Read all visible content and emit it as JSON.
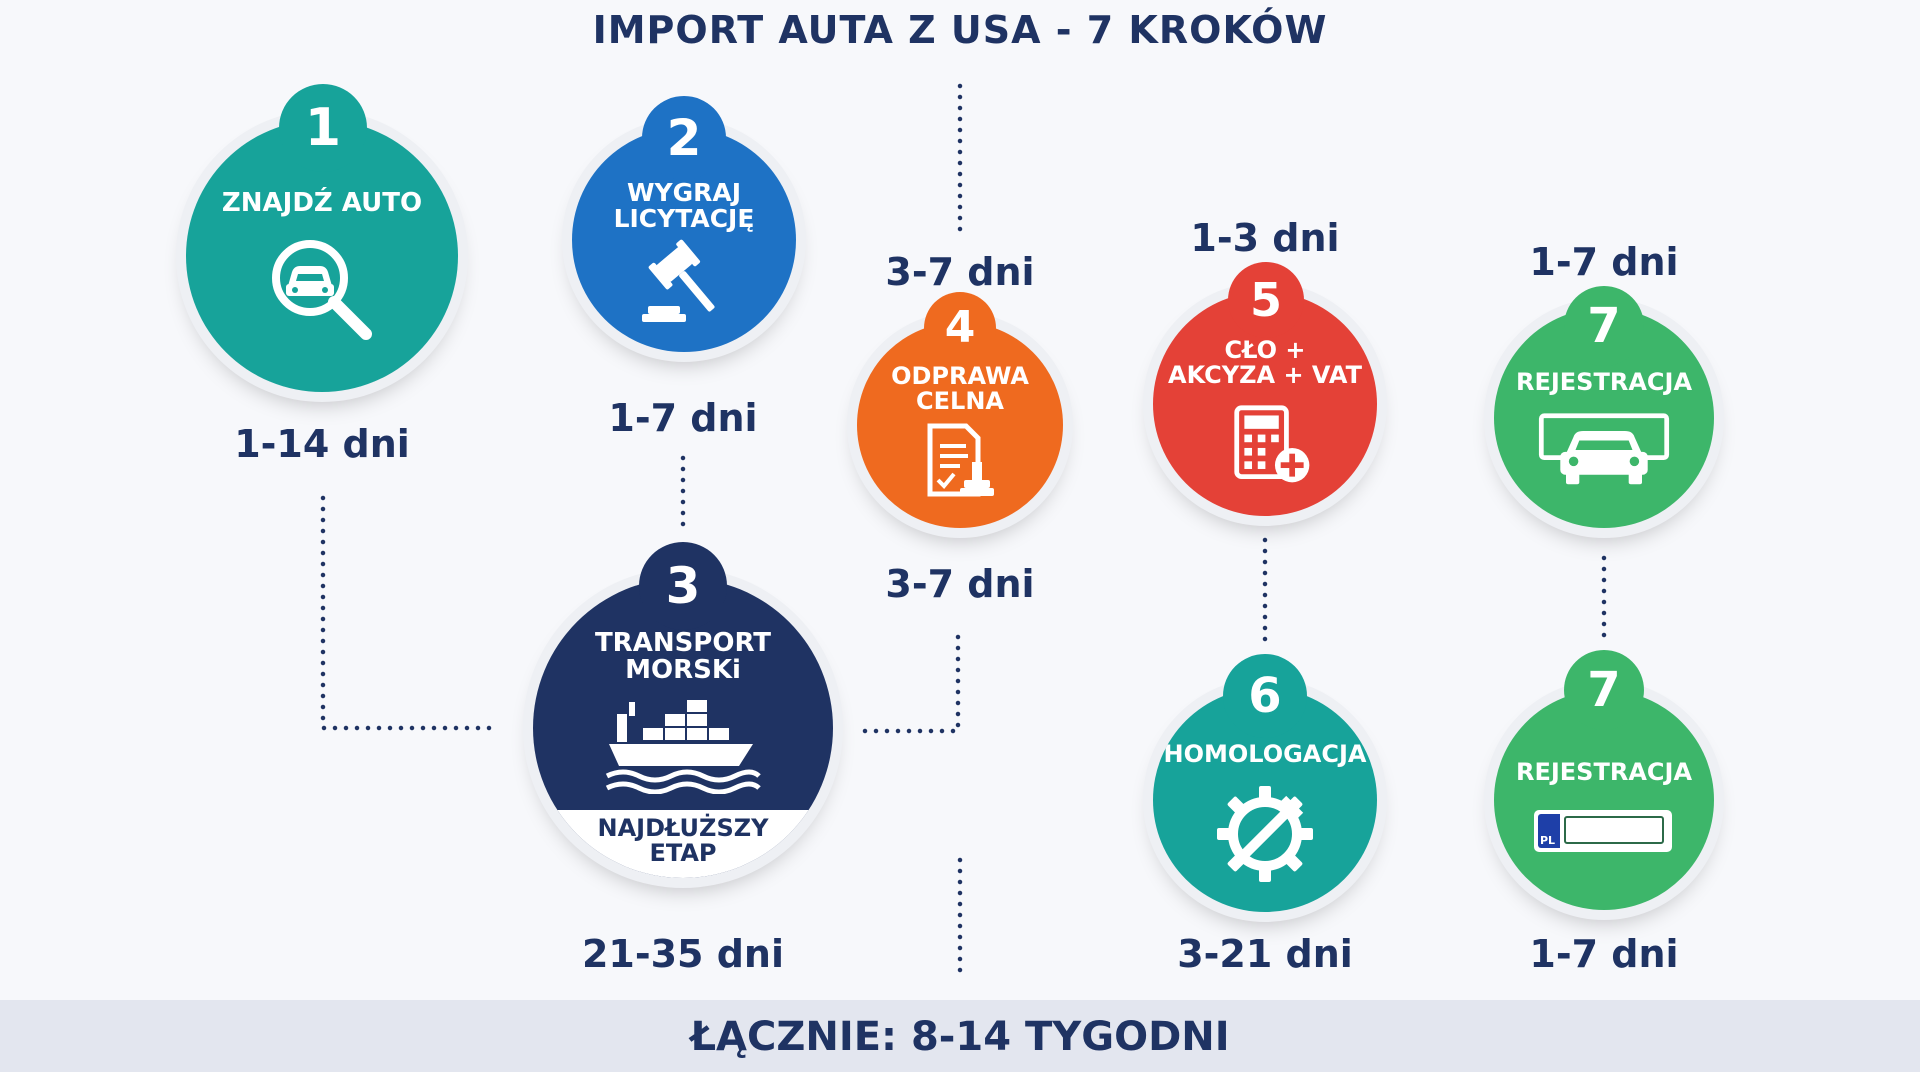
{
  "title": "IMPORT AUTA Z USA - 7 KROKÓW",
  "colors": {
    "navy": "#1f3363",
    "teal": "#17a39a",
    "blue": "#1e72c5",
    "orange": "#ef6a1f",
    "red": "#e44137",
    "green": "#3db66a"
  },
  "steps": [
    {
      "number": "1",
      "label": "ZNAJDŹ AUTO",
      "duration": "1-14 dni",
      "icon": "car-search-icon",
      "color": "#17a39a"
    },
    {
      "number": "2",
      "label": "WYGRAJ\nLICYTACJĘ",
      "duration": "1-7 dni",
      "icon": "gavel-icon",
      "color": "#1e72c5"
    },
    {
      "number": "3",
      "label": "TRANSPORT\nMORSKi",
      "duration": "21-35 dni",
      "icon": "cargo-ship-icon",
      "color": "#1f3363",
      "note": "NAJDŁUŻSZY\nETAP"
    },
    {
      "number": "4",
      "label": "ODPRAWA\nCELNA",
      "duration": "3-7 dni",
      "duration_bottom": "3-7 dni",
      "icon": "customs-document-icon",
      "color": "#ef6a1f"
    },
    {
      "number": "5",
      "label": "CŁO +\nAKCYZA + VAT",
      "duration": "1-3 dni",
      "icon": "calculator-icon",
      "color": "#e44137"
    },
    {
      "number": "6",
      "label": "HOMOLOGACJA",
      "duration": "3-21 dni",
      "icon": "wrench-gear-icon",
      "color": "#17a39a"
    },
    {
      "number": "7",
      "label": "REJESTRACJA",
      "duration": "1-7 dni",
      "icon": "car-garage-icon",
      "color": "#3db66a"
    },
    {
      "number": "7",
      "label": "REJESTRACJA",
      "duration": "1-7 dni",
      "icon": "license-plate-icon",
      "color": "#3db66a",
      "plate_text": "PL"
    }
  ],
  "footer": "ŁĄCZNIE: 8-14 TYGODNI"
}
